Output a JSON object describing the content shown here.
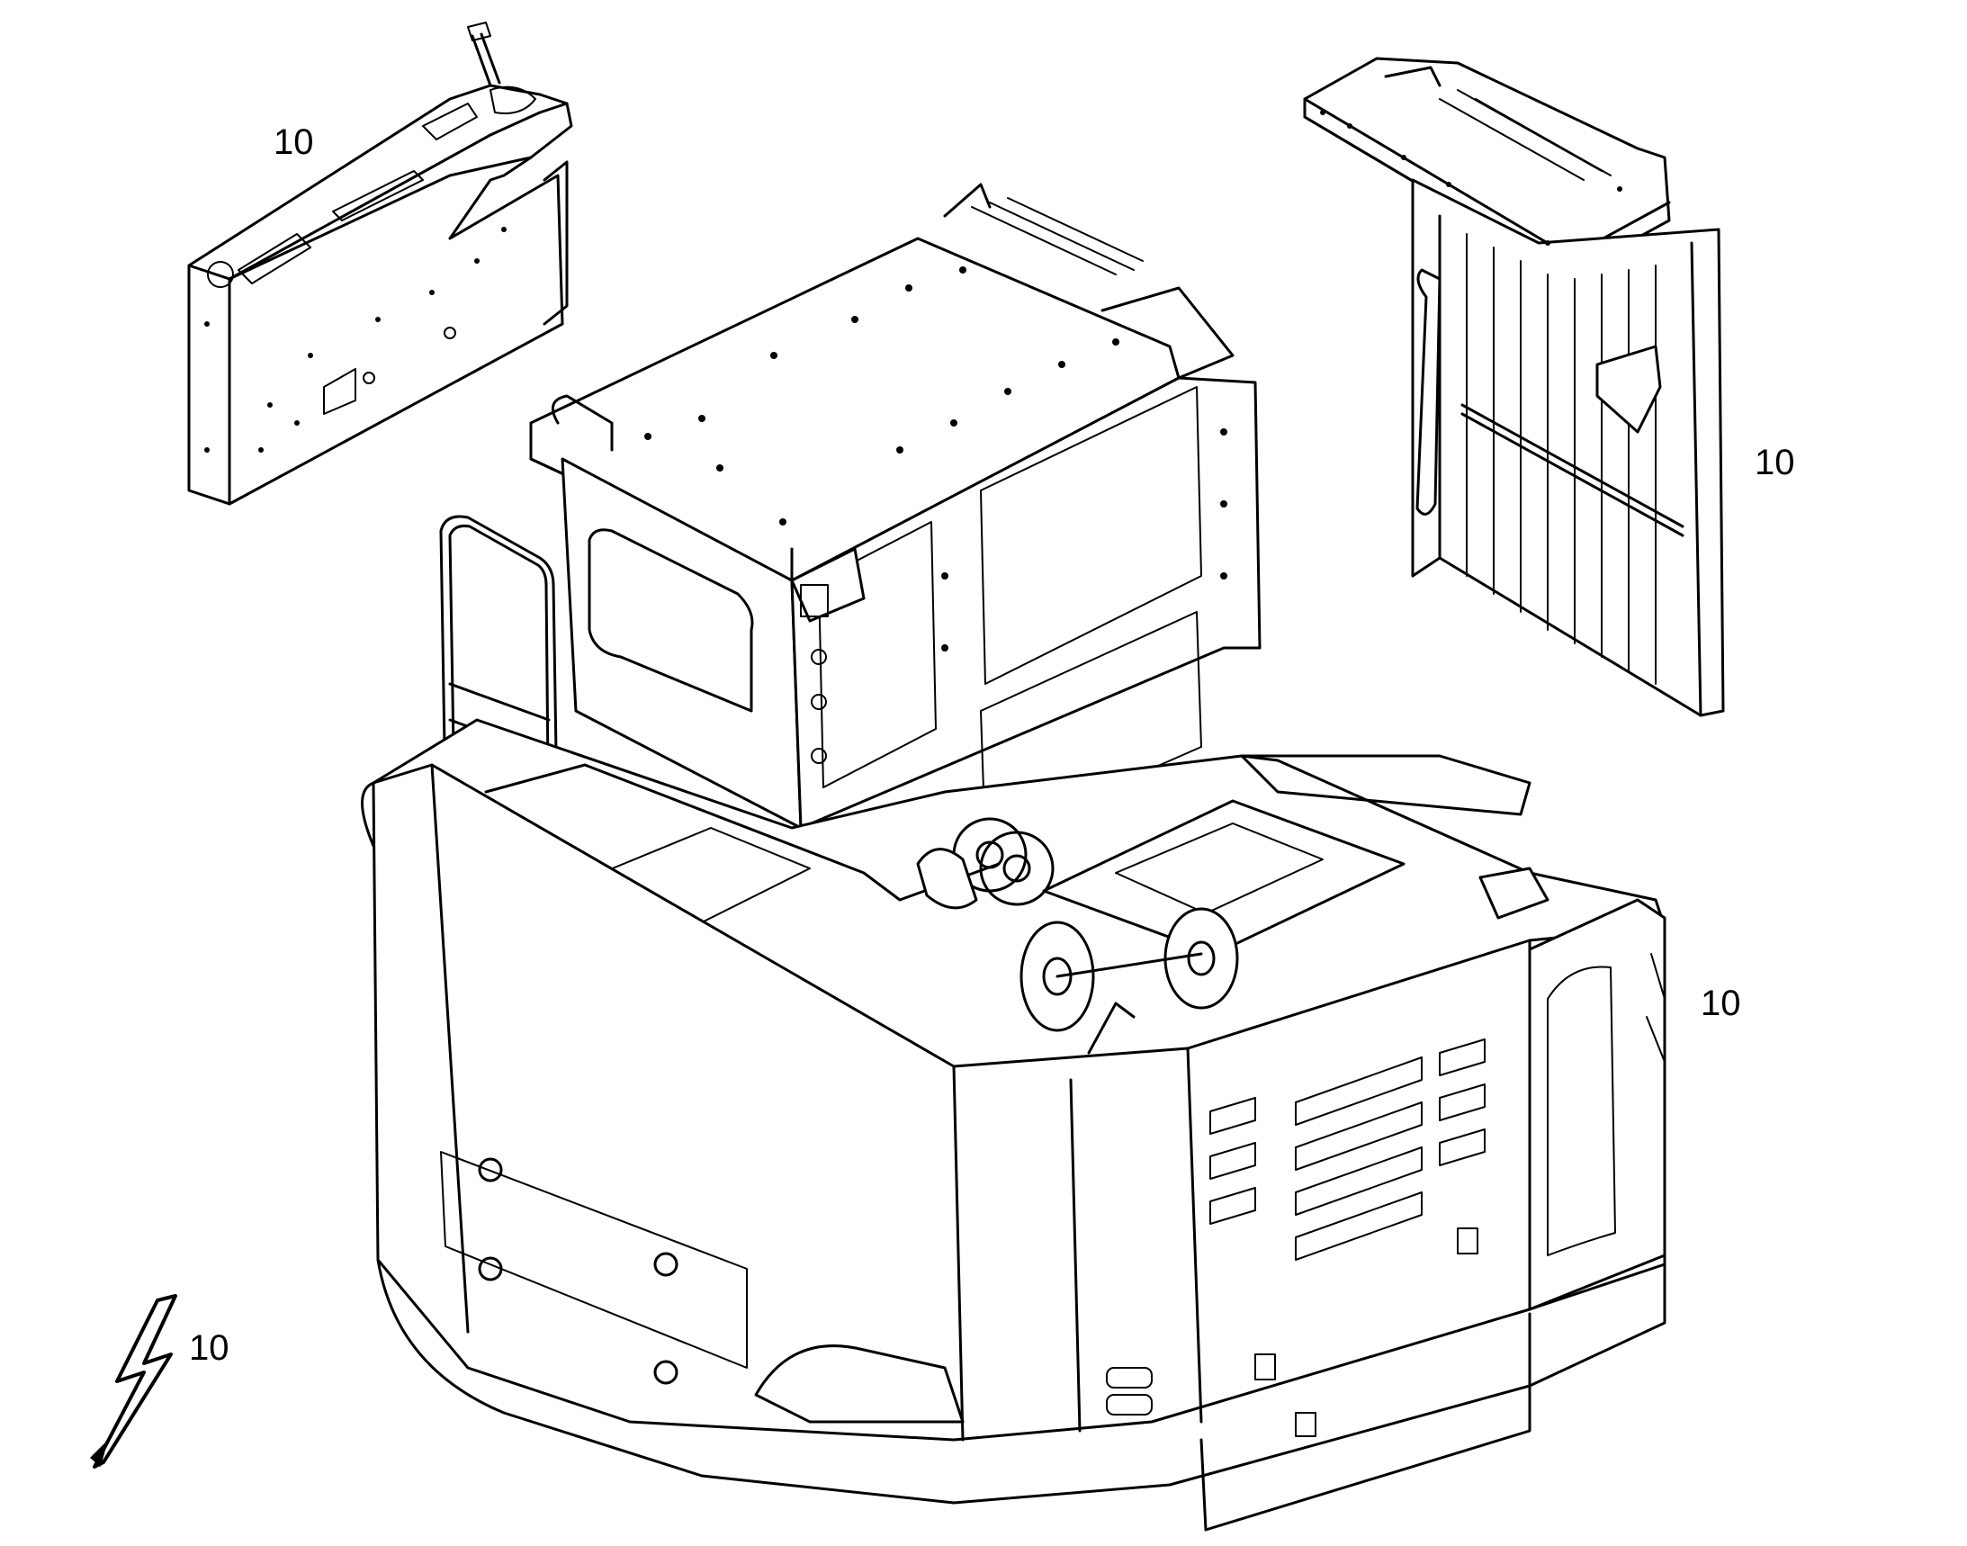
{
  "callouts": {
    "console_part": "10",
    "radiator_part": "10",
    "side_part": "10",
    "electrical_symbol": "10"
  },
  "icons": {
    "electrical": "lightning-bolt-icon"
  },
  "colors": {
    "line": "#000000",
    "background": "#ffffff"
  }
}
